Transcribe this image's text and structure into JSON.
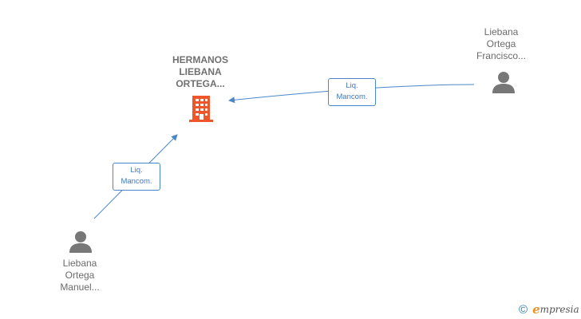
{
  "company": {
    "name_lines": [
      "HERMANOS",
      "LIEBANA",
      "ORTEGA..."
    ],
    "icon": "building-icon",
    "color": "#f0562b"
  },
  "persons": [
    {
      "id": "francisco",
      "name_lines": [
        "Liebana",
        "Ortega",
        "Francisco..."
      ],
      "icon": "person-icon"
    },
    {
      "id": "manuel",
      "name_lines": [
        "Liebana",
        "Ortega",
        "Manuel..."
      ],
      "icon": "person-icon"
    }
  ],
  "relations": [
    {
      "from": "francisco",
      "to": "company",
      "label_lines": [
        "Liq.",
        "Mancom."
      ]
    },
    {
      "from": "manuel",
      "to": "company",
      "label_lines": [
        "Liq.",
        "Mancom."
      ]
    }
  ],
  "colors": {
    "edge": "#4a86c8",
    "person": "#777777",
    "text": "#6b6b6b"
  },
  "footer": {
    "copyright_symbol": "©",
    "brand_initial": "e",
    "brand_rest": "mpresia"
  }
}
